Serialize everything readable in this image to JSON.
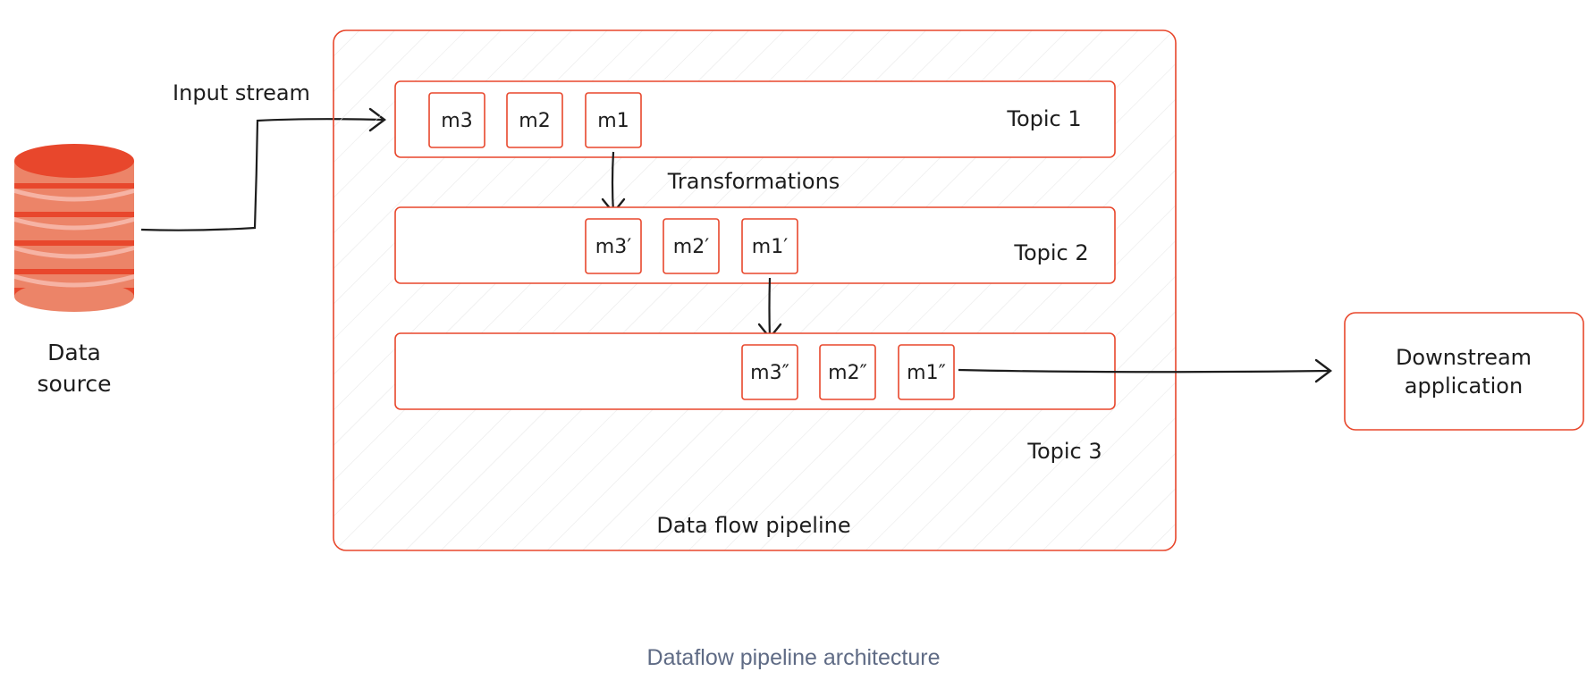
{
  "colors": {
    "accent": "#e8472c",
    "line": "#1d1d1d",
    "caption": "#5f6b85"
  },
  "data_source": {
    "icon": "database-icon",
    "label_line1": "Data",
    "label_line2": "source"
  },
  "input_stream_label": "Input stream",
  "pipeline": {
    "label": "Data flow pipeline",
    "transformations_label": "Transformations",
    "topics": [
      {
        "label": "Topic 1",
        "messages": [
          "m3",
          "m2",
          "m1"
        ]
      },
      {
        "label": "Topic 2",
        "messages": [
          "m3′",
          "m2′",
          "m1′"
        ]
      },
      {
        "label": "Topic 3",
        "messages": [
          "m3″",
          "m2″",
          "m1″"
        ]
      }
    ]
  },
  "downstream": {
    "label_line1": "Downstream",
    "label_line2": "application"
  },
  "caption": "Dataflow pipeline architecture"
}
